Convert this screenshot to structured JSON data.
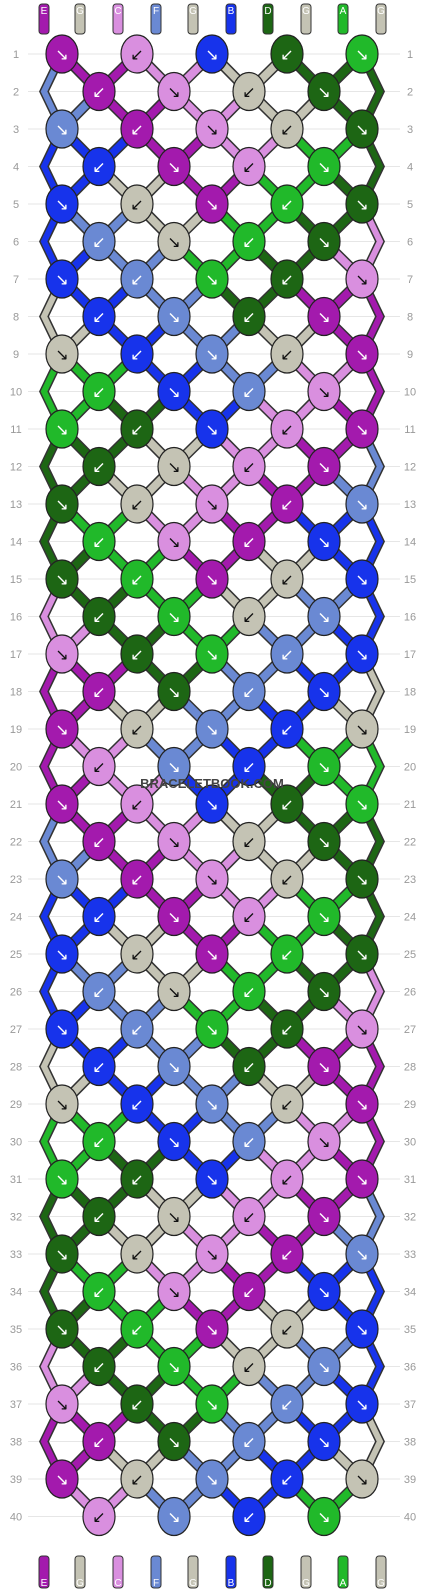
{
  "watermark": "BRACELETBOOK.COM",
  "threads": {
    "top": [
      "E",
      "G",
      "C",
      "F",
      "G",
      "B",
      "D",
      "G",
      "A",
      "G"
    ],
    "bottom": [
      "E",
      "G",
      "C",
      "F",
      "G",
      "B",
      "D",
      "G",
      "A",
      "G"
    ]
  },
  "colors": {
    "E": "#a31aad",
    "G": "#c4c3b4",
    "C": "#d98fdf",
    "F": "#6a89d3",
    "B": "#1733eb",
    "D": "#1d6614",
    "A": "#21b92a"
  },
  "rows": [
    {
      "label": "1",
      "knots": [
        "E",
        "C",
        "B",
        "D",
        "A"
      ]
    },
    {
      "label": "2",
      "knots": [
        "E",
        "C",
        "G",
        "D"
      ]
    },
    {
      "label": "3",
      "knots": [
        "F",
        "E",
        "C",
        "G",
        "D"
      ]
    },
    {
      "label": "4",
      "knots": [
        "B",
        "E",
        "C",
        "A"
      ]
    },
    {
      "label": "5",
      "knots": [
        "B",
        "G",
        "E",
        "A",
        "D"
      ]
    },
    {
      "label": "6",
      "knots": [
        "F",
        "G",
        "A",
        "D"
      ]
    },
    {
      "label": "7",
      "knots": [
        "B",
        "F",
        "A",
        "D",
        "C"
      ]
    },
    {
      "label": "8",
      "knots": [
        "B",
        "F",
        "D",
        "E"
      ]
    },
    {
      "label": "9",
      "knots": [
        "G",
        "B",
        "F",
        "G",
        "E"
      ]
    },
    {
      "label": "10",
      "knots": [
        "A",
        "B",
        "F",
        "C"
      ]
    },
    {
      "label": "11",
      "knots": [
        "A",
        "D",
        "B",
        "C",
        "E"
      ]
    },
    {
      "label": "12",
      "knots": [
        "D",
        "G",
        "C",
        "E"
      ]
    },
    {
      "label": "13",
      "knots": [
        "D",
        "G",
        "C",
        "E",
        "F"
      ]
    },
    {
      "label": "14",
      "knots": [
        "A",
        "C",
        "E",
        "B"
      ]
    },
    {
      "label": "15",
      "knots": [
        "D",
        "A",
        "E",
        "G",
        "B"
      ]
    },
    {
      "label": "16",
      "knots": [
        "D",
        "A",
        "G",
        "F"
      ]
    },
    {
      "label": "17",
      "knots": [
        "C",
        "D",
        "A",
        "F",
        "B"
      ]
    },
    {
      "label": "18",
      "knots": [
        "E",
        "D",
        "F",
        "B"
      ]
    },
    {
      "label": "19",
      "knots": [
        "E",
        "G",
        "F",
        "B",
        "G"
      ]
    },
    {
      "label": "20",
      "knots": [
        "C",
        "F",
        "B",
        "A"
      ]
    },
    {
      "label": "21",
      "knots": [
        "E",
        "C",
        "B",
        "D",
        "A"
      ]
    },
    {
      "label": "22",
      "knots": [
        "E",
        "C",
        "G",
        "D"
      ]
    },
    {
      "label": "23",
      "knots": [
        "F",
        "E",
        "C",
        "G",
        "D"
      ]
    },
    {
      "label": "24",
      "knots": [
        "B",
        "E",
        "C",
        "A"
      ]
    },
    {
      "label": "25",
      "knots": [
        "B",
        "G",
        "E",
        "A",
        "D"
      ]
    },
    {
      "label": "26",
      "knots": [
        "F",
        "G",
        "A",
        "D"
      ]
    },
    {
      "label": "27",
      "knots": [
        "B",
        "F",
        "A",
        "D",
        "C"
      ]
    },
    {
      "label": "28",
      "knots": [
        "B",
        "F",
        "D",
        "E"
      ]
    },
    {
      "label": "29",
      "knots": [
        "G",
        "B",
        "F",
        "G",
        "E"
      ]
    },
    {
      "label": "30",
      "knots": [
        "A",
        "B",
        "F",
        "C"
      ]
    },
    {
      "label": "31",
      "knots": [
        "A",
        "D",
        "B",
        "C",
        "E"
      ]
    },
    {
      "label": "32",
      "knots": [
        "D",
        "G",
        "C",
        "E"
      ]
    },
    {
      "label": "33",
      "knots": [
        "D",
        "G",
        "C",
        "E",
        "F"
      ]
    },
    {
      "label": "34",
      "knots": [
        "A",
        "C",
        "E",
        "B"
      ]
    },
    {
      "label": "35",
      "knots": [
        "D",
        "A",
        "E",
        "G",
        "B"
      ]
    },
    {
      "label": "36",
      "knots": [
        "D",
        "A",
        "G",
        "F"
      ]
    },
    {
      "label": "37",
      "knots": [
        "C",
        "D",
        "A",
        "F",
        "B"
      ]
    },
    {
      "label": "38",
      "knots": [
        "E",
        "D",
        "F",
        "B"
      ]
    },
    {
      "label": "39",
      "knots": [
        "E",
        "G",
        "F",
        "B",
        "G"
      ]
    },
    {
      "label": "40",
      "knots": [
        "C",
        "F",
        "B",
        "A"
      ]
    }
  ]
}
